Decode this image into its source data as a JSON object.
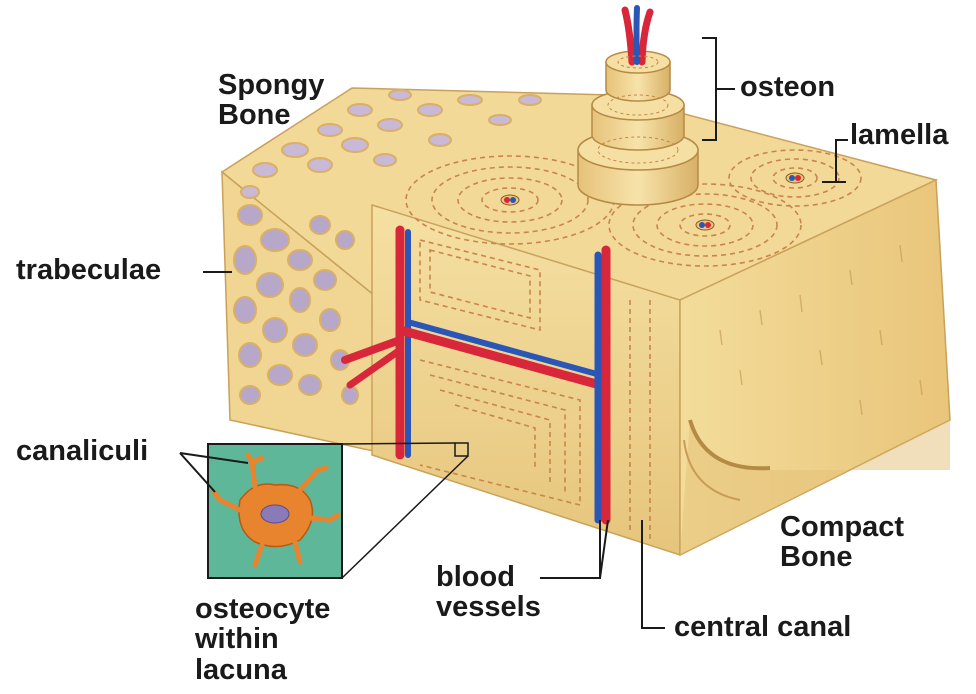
{
  "labels": {
    "spongy_bone": [
      "Spongy",
      "Bone"
    ],
    "osteon": "osteon",
    "lamella": "lamella",
    "trabeculae": "trabeculae",
    "canaliculi": "canaliculi",
    "osteocyte_within_lacuna": [
      "osteocyte",
      "within",
      "lacuna"
    ],
    "blood_vessels": [
      "blood",
      "vessels"
    ],
    "central_canal": "central canal",
    "compact_bone": [
      "Compact",
      "Bone"
    ]
  },
  "colors": {
    "bone_light": "#f3dc9a",
    "bone_mid": "#e9c77a",
    "bone_dark": "#c9a15a",
    "artery_red": "#d8263a",
    "vein_blue": "#2a56b8",
    "lacuna_bg": "#5fb79a",
    "osteocyte_orange": "#e8842e",
    "spongy_cavity": "#b7a7c9",
    "leader_line": "#1a1a1a"
  }
}
